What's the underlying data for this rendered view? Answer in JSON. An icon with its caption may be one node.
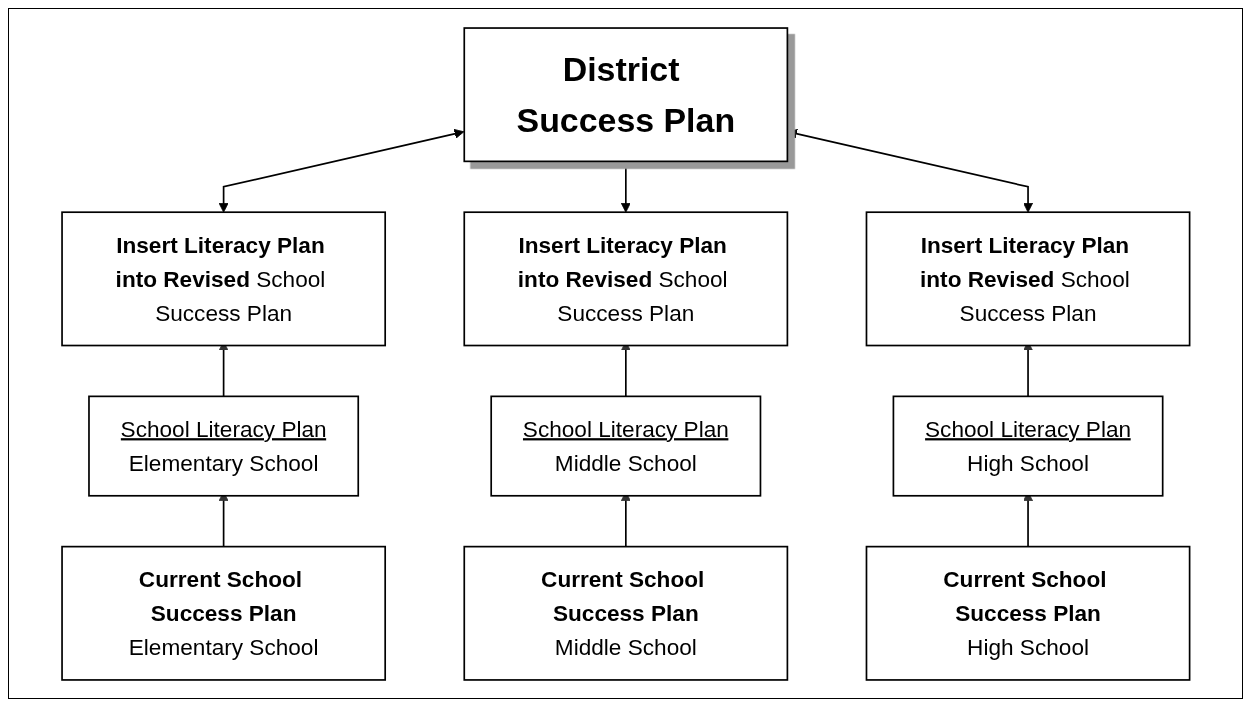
{
  "diagram": {
    "nodes": [
      {
        "text": [
          "District Success Plan"
        ]
      },
      {
        "text": [
          "**Insert Literacy Plan into Revised** School Success Plan"
        ]
      },
      {
        "text": [
          "**Insert Literacy Plan into Revised** School Success Plan"
        ]
      },
      {
        "text": [
          "**Insert Literacy Plan into Revised** School Success Plan"
        ]
      },
      {
        "text": [
          "School Literacy Plan",
          "Elementary School"
        ]
      },
      {
        "text": [
          "School Literacy Plan",
          "Middle School"
        ]
      },
      {
        "text": [
          "School Literacy Plan",
          "High School"
        ]
      },
      {
        "text": [
          "Current School Success Plan",
          "Elementary School"
        ]
      },
      {
        "text": [
          "Current School Success Plan",
          "Middle School"
        ]
      },
      {
        "text": [
          "Current School Success Plan",
          "High School"
        ]
      }
    ],
    "edges": [
      {
        "from": 0,
        "to": 1,
        "arrow": "both"
      },
      {
        "from": 0,
        "to": 2,
        "arrow": "to"
      },
      {
        "from": 0,
        "to": 3,
        "arrow": "both"
      },
      {
        "from": 4,
        "to": 1,
        "arrow": "to"
      },
      {
        "from": 5,
        "to": 2,
        "arrow": "to"
      },
      {
        "from": 6,
        "to": 3,
        "arrow": "to"
      },
      {
        "from": 7,
        "to": 4,
        "arrow": "to"
      },
      {
        "from": 8,
        "to": 5,
        "arrow": "to"
      },
      {
        "from": 9,
        "to": 6,
        "arrow": "to"
      }
    ]
  }
}
